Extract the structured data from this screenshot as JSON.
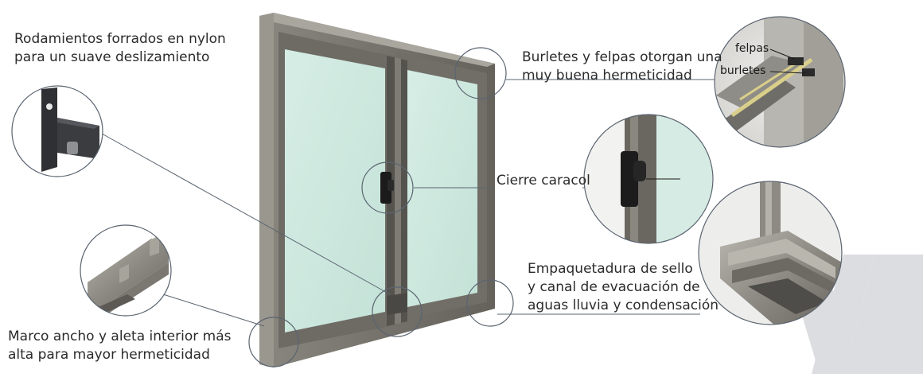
{
  "labels": {
    "rodamientos": [
      "Rodamientos forrados en nylon",
      "para un suave deslizamiento"
    ],
    "burletes": [
      "Burletes y felpas otorgan una",
      "muy buena hermeticidad"
    ],
    "cierre": [
      "Cierre caracol"
    ],
    "empaquetadura": [
      "Empaquetadura de sello",
      "y canal de evacuación de",
      "aguas lluvia y condensación"
    ],
    "marco": [
      "Marco ancho y aleta interior más",
      "alta para mayor hermeticidad"
    ]
  },
  "inset_tags": {
    "felpas": "felpas",
    "burletes": "burletes"
  },
  "colors": {
    "frame": "#7d7a73",
    "frame_dark": "#5b5953",
    "glass": "#cfe8df",
    "callout_line": "#5a6470",
    "watermark": "#d9dadd",
    "text": "#2b2b2b"
  },
  "icons": {
    "watermark": "brand-w-logo-icon"
  }
}
